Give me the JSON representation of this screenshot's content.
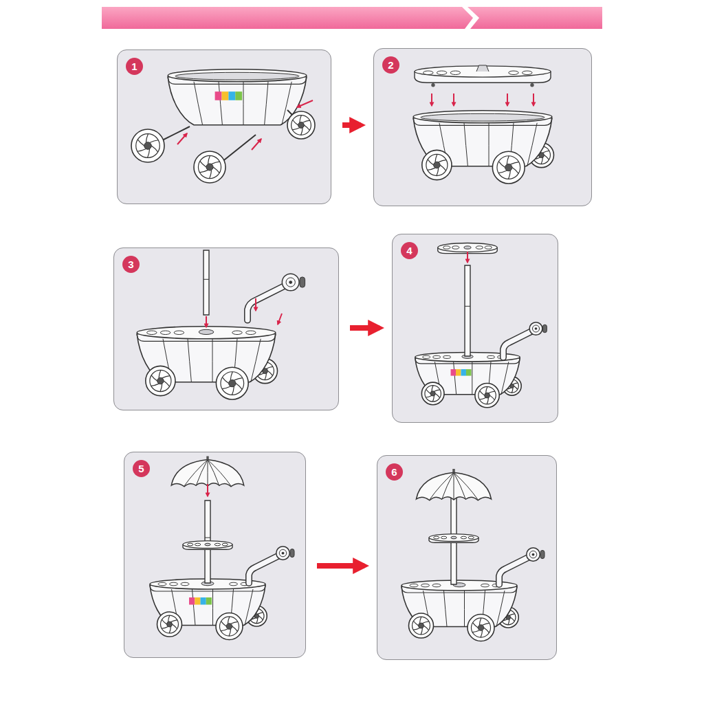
{
  "diagram": {
    "nodes": [
      {
        "text": [
          "1"
        ]
      },
      {
        "text": [
          "2"
        ]
      },
      {
        "text": [
          "3"
        ]
      },
      {
        "text": [
          "4"
        ]
      },
      {
        "text": [
          "5"
        ]
      },
      {
        "text": [
          "6"
        ]
      }
    ],
    "edges": [
      {
        "from": 0,
        "to": 1,
        "arrow": "to"
      },
      {
        "from": 2,
        "to": 3,
        "arrow": "to"
      },
      {
        "from": 4,
        "to": 5,
        "arrow": "to"
      }
    ]
  }
}
